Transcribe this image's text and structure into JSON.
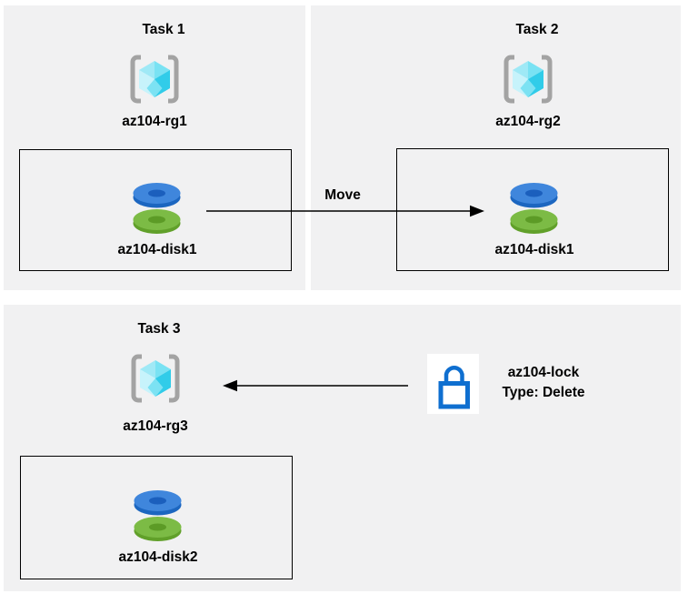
{
  "diagram": {
    "tasks": [
      {
        "title": "Task 1",
        "resource_group": "az104-rg1",
        "disk": "az104-disk1"
      },
      {
        "title": "Task 2",
        "resource_group": "az104-rg2",
        "disk": "az104-disk1"
      },
      {
        "title": "Task 3",
        "resource_group": "az104-rg3",
        "disk": "az104-disk2"
      }
    ],
    "move_arrow": {
      "label": "Move",
      "direction": "left-to-right"
    },
    "lock": {
      "name": "az104-lock",
      "type_line": "Type: Delete"
    },
    "icons": {
      "resource_group": "resource-group-icon",
      "disk": "disk-icon",
      "lock": "lock-icon",
      "move": "arrow-right-icon",
      "lock_pointer": "arrow-left-icon"
    },
    "colors": {
      "panel_bg": "#f1f1f2",
      "box_border": "#000000",
      "arrow": "#000000",
      "bracket_gray": "#a3a3a3",
      "cube_light": "#c7f3fb",
      "cube_mid": "#7ce2f3",
      "cube_dark": "#31cce9",
      "disk_blue_top": "#3f86dc",
      "disk_blue_side": "#1c66c0",
      "disk_green_top": "#7cbb45",
      "disk_green_side": "#61a02a",
      "lock_blue": "#0f6fd0"
    }
  }
}
